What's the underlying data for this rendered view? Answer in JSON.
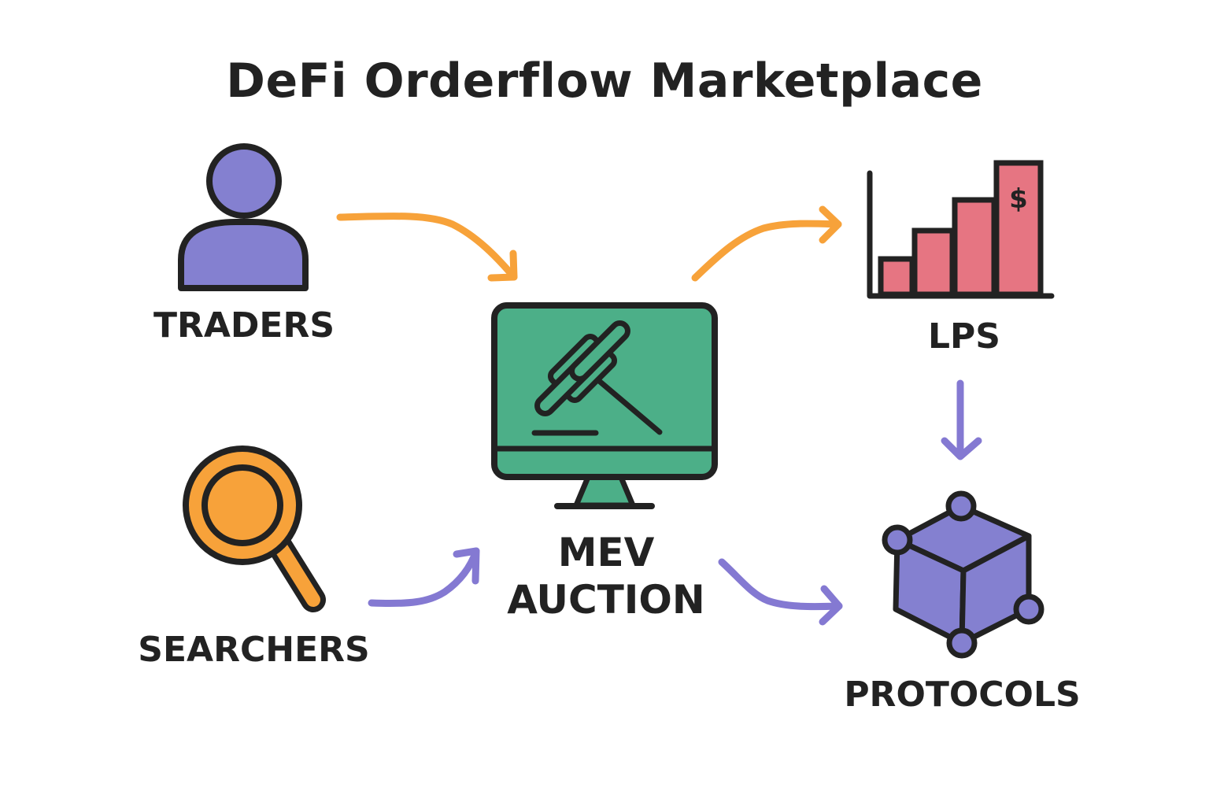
{
  "title": "DeFi Orderflow Marketplace",
  "nodes": {
    "traders": {
      "label": "TRADERS",
      "icon": "user-icon"
    },
    "searchers": {
      "label": "SEARCHERS",
      "icon": "magnifier-icon"
    },
    "mev_auction": {
      "label_line1": "MEV",
      "label_line2": "AUCTION",
      "icon": "monitor-gavel-icon"
    },
    "lps": {
      "label": "LPS",
      "icon": "bar-chart-icon",
      "currency_symbol": "$"
    },
    "protocols": {
      "label": "PROTOCOLS",
      "icon": "cube-network-icon"
    }
  },
  "edges": [
    {
      "from": "traders",
      "to": "mev_auction",
      "color": "orange"
    },
    {
      "from": "searchers",
      "to": "mev_auction",
      "color": "purple"
    },
    {
      "from": "mev_auction",
      "to": "lps",
      "color": "orange"
    },
    {
      "from": "mev_auction",
      "to": "protocols",
      "color": "purple"
    },
    {
      "from": "lps",
      "to": "protocols",
      "color": "purple"
    }
  ],
  "colors": {
    "outline": "#222222",
    "purple": "#8480D0",
    "orange": "#F7A23A",
    "green": "#4CAF88",
    "red": "#E67582",
    "arrow_orange": "#F7A23A",
    "arrow_purple": "#8479D2"
  }
}
